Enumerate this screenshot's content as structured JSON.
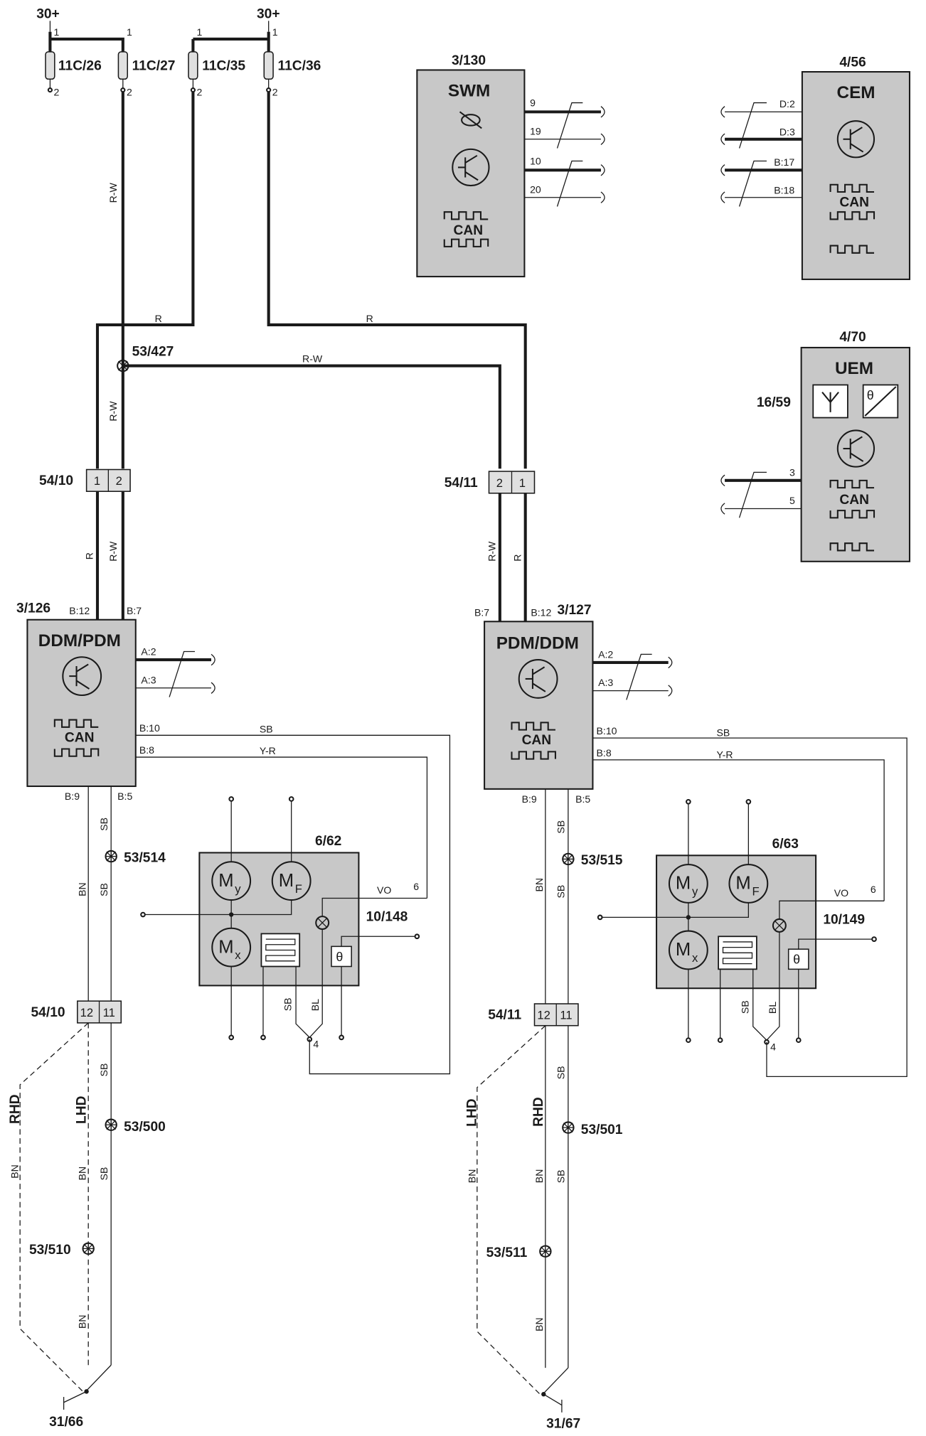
{
  "supplies": [
    "30+",
    "30+"
  ],
  "fuses": [
    {
      "id": "11C/26",
      "pin_top": "1",
      "pin_bottom": "2"
    },
    {
      "id": "11C/27",
      "pin_top": "1",
      "pin_bottom": "2"
    },
    {
      "id": "11C/35",
      "pin_top": "1",
      "pin_bottom": "2"
    },
    {
      "id": "11C/36",
      "pin_top": "1",
      "pin_bottom": "2"
    }
  ],
  "modules": {
    "swm": {
      "ref": "3/130",
      "name": "SWM",
      "can": "CAN",
      "pins": [
        "9",
        "19",
        "10",
        "20"
      ]
    },
    "cem": {
      "ref": "4/56",
      "name": "CEM",
      "can": "CAN",
      "pins": [
        "D:2",
        "D:3",
        "B:17",
        "B:18"
      ]
    },
    "uem": {
      "ref": "4/70",
      "name": "UEM",
      "can": "CAN",
      "pins": [
        "3",
        "5"
      ],
      "antenna_ref": "16/59"
    },
    "ddm": {
      "ref": "3/126",
      "name": "DDM/PDM",
      "can": "CAN",
      "pin_b12": "B:12",
      "pin_b7": "B:7",
      "pins_right": [
        "A:2",
        "A:3",
        "B:10",
        "B:8"
      ],
      "pin_b9": "B:9",
      "pin_b5": "B:5"
    },
    "pdm": {
      "ref": "3/127",
      "name": "PDM/DDM",
      "can": "CAN",
      "pin_b7": "B:7",
      "pin_b12": "B:12",
      "pins_right": [
        "A:2",
        "A:3",
        "B:10",
        "B:8"
      ],
      "pin_b9": "B:9",
      "pin_b5": "B:5"
    }
  },
  "splice_top": "53/427",
  "connectors": {
    "c5410_top": {
      "ref": "54/10",
      "pins": [
        "1",
        "2"
      ]
    },
    "c5411_top": {
      "ref": "54/11",
      "pins": [
        "2",
        "1"
      ]
    },
    "c5410_bot": {
      "ref": "54/10",
      "pins": [
        "12",
        "11"
      ]
    },
    "c5411_bot": {
      "ref": "54/11",
      "pins": [
        "12",
        "11"
      ]
    }
  },
  "wire_codes": {
    "rw": "R-W",
    "r": "R",
    "sb": "SB",
    "yr": "Y-R",
    "bn": "BN",
    "vo": "VO",
    "bl": "BL"
  },
  "mirrors": {
    "left": {
      "ref": "6/62",
      "heater_ref": "10/148",
      "motor_y": "M",
      "motor_y_sub": "y",
      "motor_f": "M",
      "motor_f_sub": "F",
      "motor_x": "M",
      "motor_x_sub": "x",
      "pin6": "6",
      "pin4": "4"
    },
    "right": {
      "ref": "6/63",
      "heater_ref": "10/149",
      "motor_y": "M",
      "motor_y_sub": "y",
      "motor_f": "M",
      "motor_f_sub": "F",
      "motor_x": "M",
      "motor_x_sub": "x",
      "pin6": "6",
      "pin4": "4"
    }
  },
  "splices": {
    "left_a": "53/514",
    "right_a": "53/515",
    "left_b": "53/500",
    "right_b": "53/501",
    "left_c": "53/510",
    "right_c": "53/511"
  },
  "variants": {
    "rhd": "RHD",
    "lhd": "LHD"
  },
  "grounds": {
    "left": "31/66",
    "right": "31/67"
  }
}
